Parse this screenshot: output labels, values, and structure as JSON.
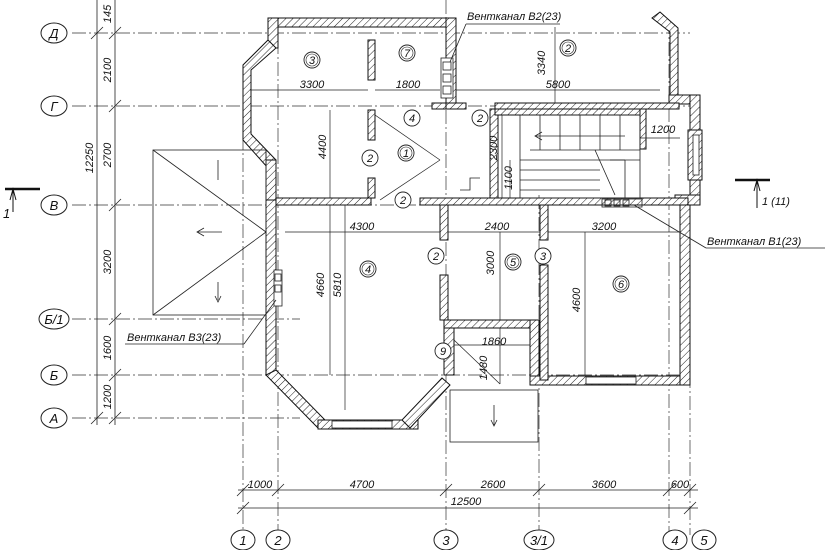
{
  "axes_rows": [
    {
      "id": "row-d",
      "label": "Д"
    },
    {
      "id": "row-g",
      "label": "Г"
    },
    {
      "id": "row-v",
      "label": "В"
    },
    {
      "id": "row-b1",
      "label": "Б/1"
    },
    {
      "id": "row-b",
      "label": "Б"
    },
    {
      "id": "row-a",
      "label": "А"
    }
  ],
  "axes_cols": [
    {
      "id": "col-1",
      "label": "1"
    },
    {
      "id": "col-2",
      "label": "2"
    },
    {
      "id": "col-3",
      "label": "3"
    },
    {
      "id": "col-3-1",
      "label": "3/1"
    },
    {
      "id": "col-4",
      "label": "4"
    },
    {
      "id": "col-5",
      "label": "5"
    }
  ],
  "left_dims": {
    "d145": "145",
    "d2100": "2100",
    "d2700": "2700",
    "d3200": "3200",
    "d1600": "1600",
    "d1200": "1200",
    "total": "12250"
  },
  "bottom_dims": {
    "d1000": "1000",
    "d4700": "4700",
    "d2600": "2600",
    "d3600": "3600",
    "d600": "600",
    "total": "12500"
  },
  "inner_dims": {
    "d3300": "3300",
    "d1800": "1800",
    "d5800": "5800",
    "d3340": "3340",
    "d4400": "4400",
    "d2300": "2300",
    "d1100": "1100",
    "d1200s": "1200",
    "d4300": "4300",
    "d2400": "2400",
    "d3200b": "3200",
    "d4660": "4660",
    "d5810": "5810",
    "d3000": "3000",
    "d4600": "4600",
    "d1860": "1860",
    "d1480": "1480"
  },
  "room_marks": {
    "r3": "3",
    "r7": "7",
    "r2top": "2",
    "r4small": "4",
    "r2a": "2",
    "r2b": "2",
    "r1": "1",
    "r2c": "2",
    "r4": "4",
    "r2d": "2",
    "r5": "5",
    "r3b": "3",
    "r6": "6",
    "r9": "9"
  },
  "notes": {
    "vent_b2": "Вентканал В2(23)",
    "vent_b1": "Вентканал В1(23)",
    "vent_b3": "Вентканал В3(23)",
    "section_left": "1",
    "section_right": "1 (11)"
  }
}
